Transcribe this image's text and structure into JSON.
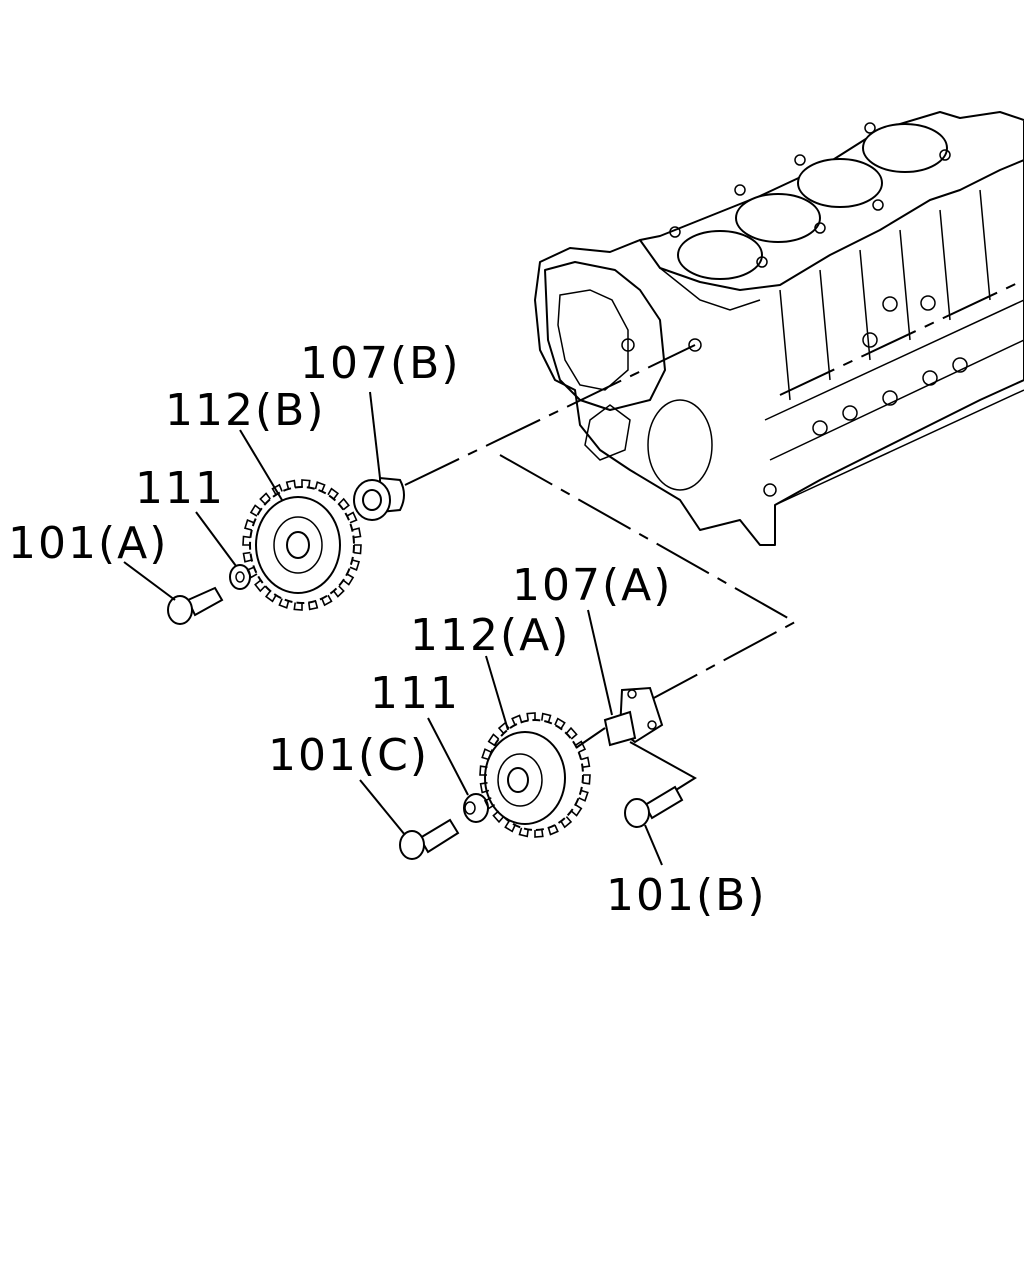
{
  "callouts": {
    "c107b": "107(B)",
    "c112b": "112(B)",
    "c111_upper": "111",
    "c101a": "101(A)",
    "c107a": "107(A)",
    "c112a": "112(A)",
    "c111_lower": "111",
    "c101c": "101(C)",
    "c101b": "101(B)"
  }
}
